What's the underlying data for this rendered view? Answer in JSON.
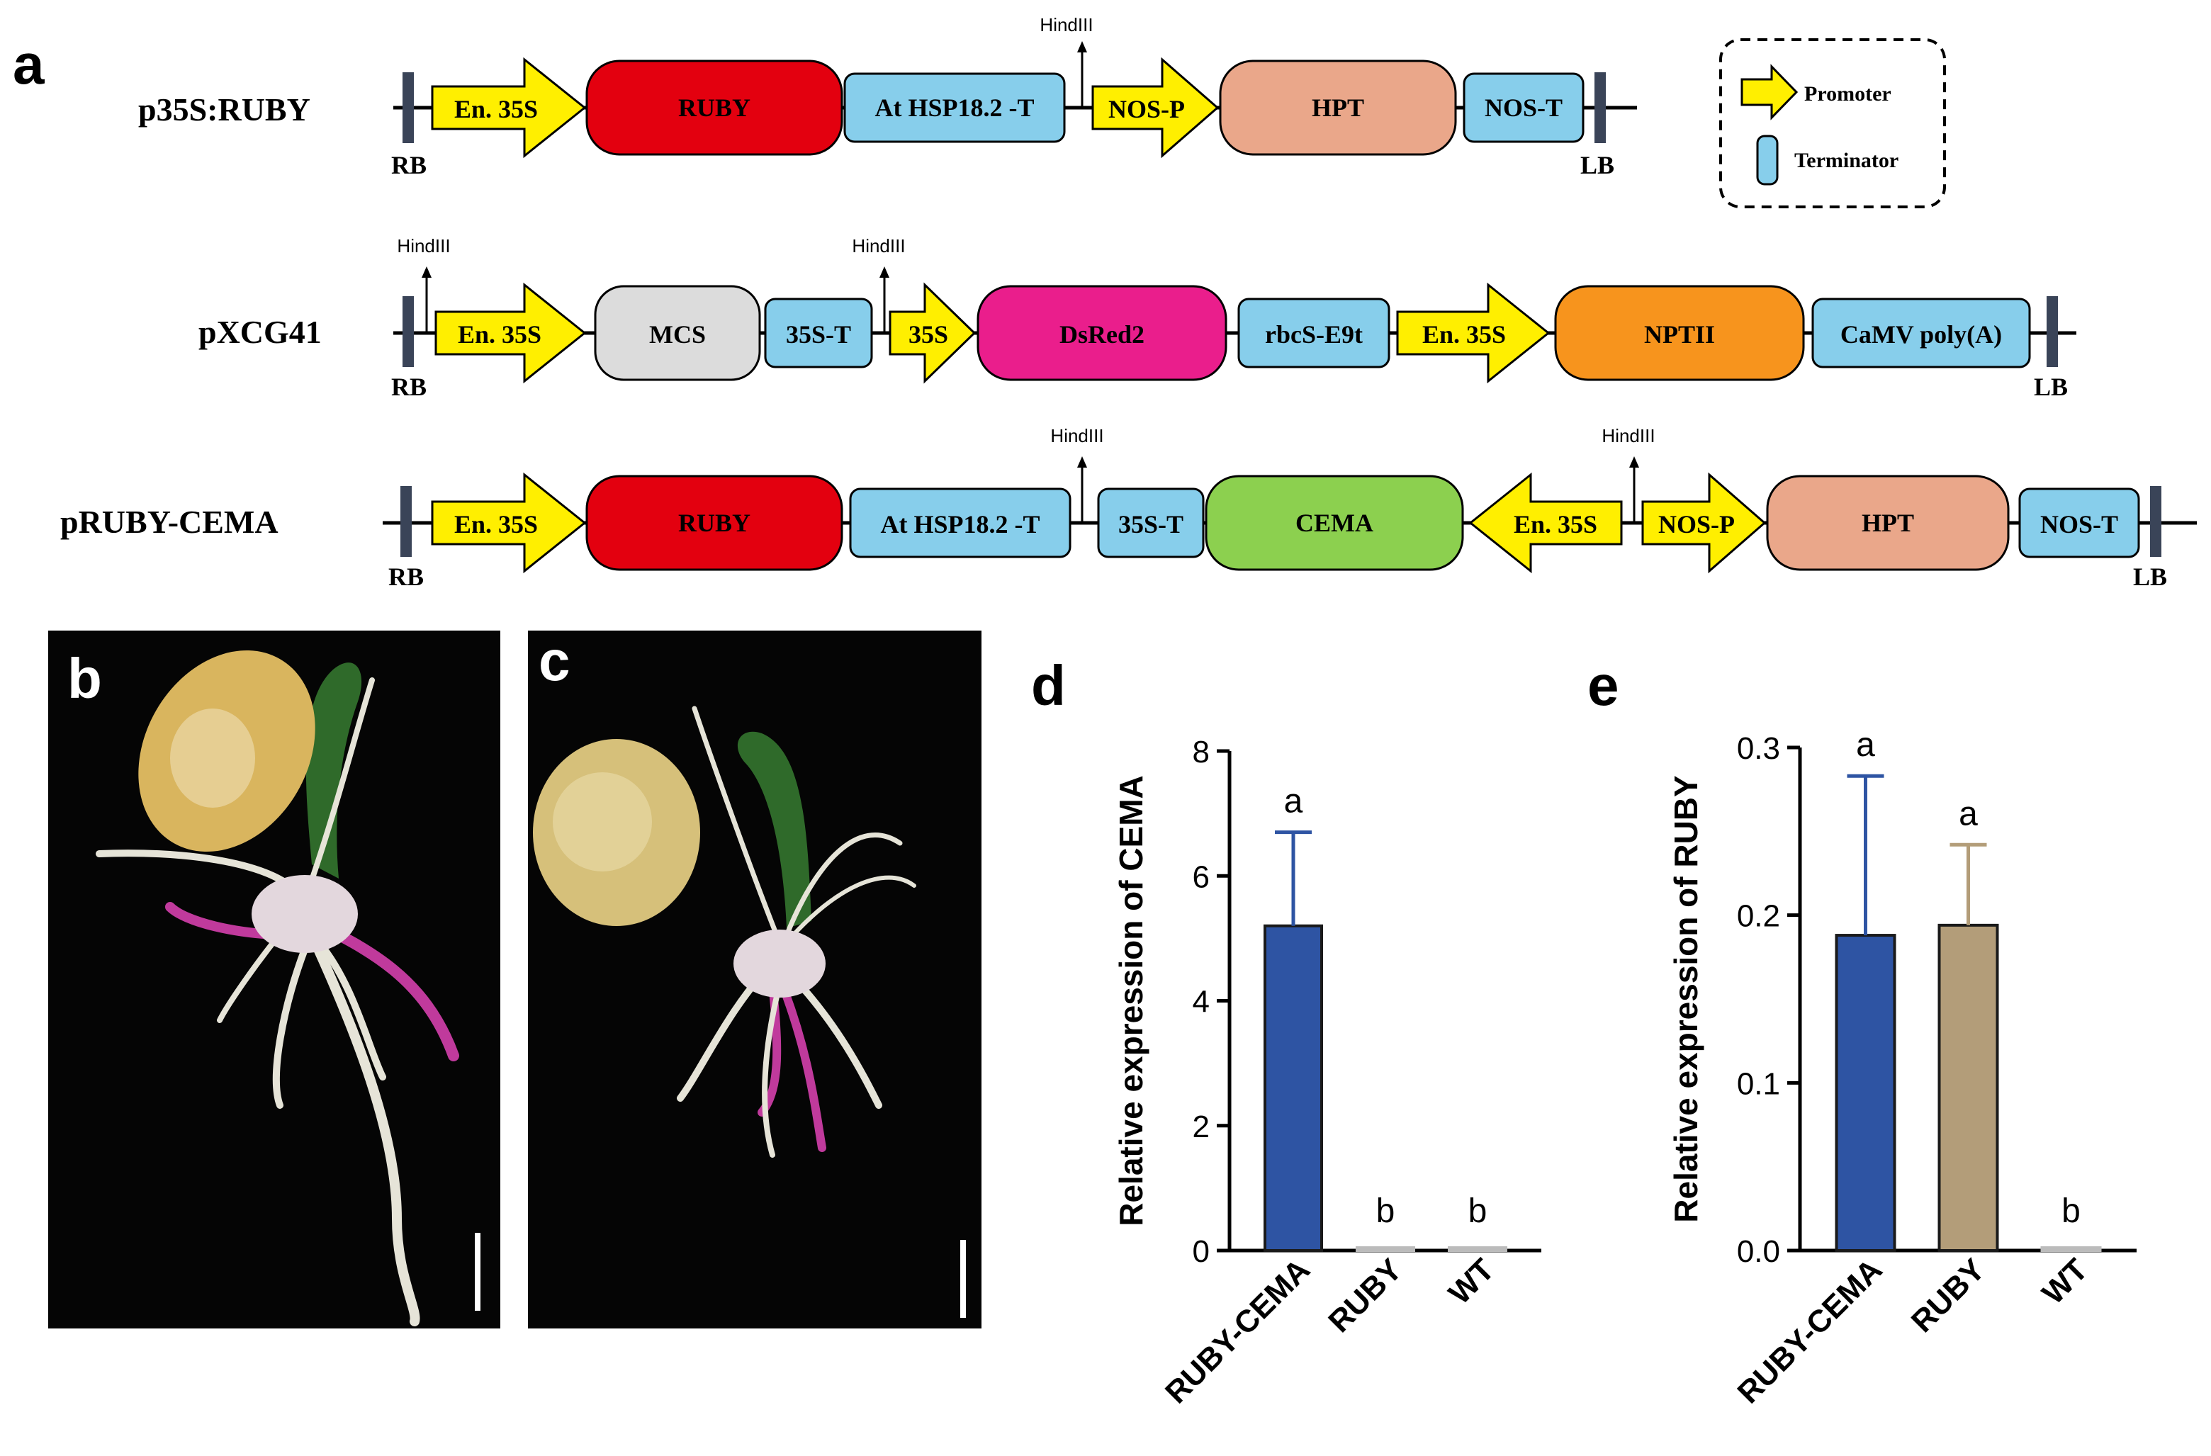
{
  "panel_labels": {
    "a": "a",
    "b": "b",
    "c": "c",
    "d": "d",
    "e": "e"
  },
  "constructs": [
    {
      "name": "p35S:RUBY",
      "rb": "RB",
      "lb": "LB",
      "elements": [
        {
          "label": "En. 35S",
          "kind": "promoter"
        },
        {
          "label": "RUBY",
          "kind": "gene",
          "color": "#e3000f"
        },
        {
          "label": "At HSP18.2 -T",
          "kind": "terminator"
        },
        {
          "label": "NOS-P",
          "kind": "promoter"
        },
        {
          "label": "HPT",
          "kind": "gene",
          "color": "#eaa78a"
        },
        {
          "label": "NOS-T",
          "kind": "terminator"
        }
      ],
      "sites": [
        {
          "label": "HindIII"
        }
      ]
    },
    {
      "name": "pXCG41",
      "rb": "RB",
      "lb": "LB",
      "elements": [
        {
          "label": "En. 35S",
          "kind": "promoter"
        },
        {
          "label": "MCS",
          "kind": "gene",
          "color": "#dcdcdc"
        },
        {
          "label": "35S-T",
          "kind": "terminator"
        },
        {
          "label": "35S",
          "kind": "promoter"
        },
        {
          "label": "DsRed2",
          "kind": "gene",
          "color": "#ea1e8c"
        },
        {
          "label": "rbcS-E9t",
          "kind": "terminator"
        },
        {
          "label": "En. 35S",
          "kind": "promoter"
        },
        {
          "label": "NPTII",
          "kind": "gene",
          "color": "#f7941d"
        },
        {
          "label": "CaMV poly(A)",
          "kind": "terminator"
        }
      ],
      "sites": [
        {
          "label": "HindIII"
        },
        {
          "label": "HindIII"
        }
      ]
    },
    {
      "name": "pRUBY-CEMA",
      "rb": "RB",
      "lb": "LB",
      "elements": [
        {
          "label": "En. 35S",
          "kind": "promoter"
        },
        {
          "label": "RUBY",
          "kind": "gene",
          "color": "#e3000f"
        },
        {
          "label": "At HSP18.2 -T",
          "kind": "terminator"
        },
        {
          "label": "35S-T",
          "kind": "terminator"
        },
        {
          "label": "CEMA",
          "kind": "gene",
          "color": "#8cd04f"
        },
        {
          "label": "En. 35S",
          "kind": "promoter-reverse"
        },
        {
          "label": "NOS-P",
          "kind": "promoter"
        },
        {
          "label": "HPT",
          "kind": "gene",
          "color": "#eaa78a"
        },
        {
          "label": "NOS-T",
          "kind": "terminator"
        }
      ],
      "sites": [
        {
          "label": "HindIII"
        },
        {
          "label": "HindIII"
        }
      ]
    }
  ],
  "legend": {
    "promoter": "Promoter",
    "terminator": "Terminator"
  },
  "colors": {
    "promoter": "#ffef00",
    "terminator": "#87ceeb",
    "border_block": "#3a4458",
    "photo_bg": "#050505",
    "bar_ruby_cema": "#2e54a3",
    "bar_ruby": "#b39d79"
  },
  "chart_data": [
    {
      "panel": "d",
      "type": "bar",
      "categories": [
        "RUBY-CEMA",
        "RUBY",
        "WT"
      ],
      "values": [
        5.2,
        0,
        0
      ],
      "errors": [
        1.5,
        0,
        0
      ],
      "significance": [
        "a",
        "b",
        "b"
      ],
      "ylabel": "Relative expression of CEMA",
      "xlabel": "",
      "ylim": [
        0,
        8
      ],
      "yticks": [
        0,
        2,
        4,
        6,
        8
      ],
      "ytick_labels": [
        "0",
        "2",
        "4",
        "6",
        "8"
      ],
      "grid": false
    },
    {
      "panel": "e",
      "type": "bar",
      "categories": [
        "RUBY-CEMA",
        "RUBY",
        "WT"
      ],
      "values": [
        0.188,
        0.194,
        0.001
      ],
      "errors": [
        0.095,
        0.048,
        0
      ],
      "significance": [
        "a",
        "a",
        "b"
      ],
      "ylabel": "Relative expression of RUBY",
      "xlabel": "",
      "ylim": [
        0,
        0.3
      ],
      "yticks": [
        0,
        0.1,
        0.2,
        0.3
      ],
      "ytick_labels": [
        "0.0",
        "0.1",
        "0.2",
        "0.3"
      ],
      "grid": false
    }
  ]
}
